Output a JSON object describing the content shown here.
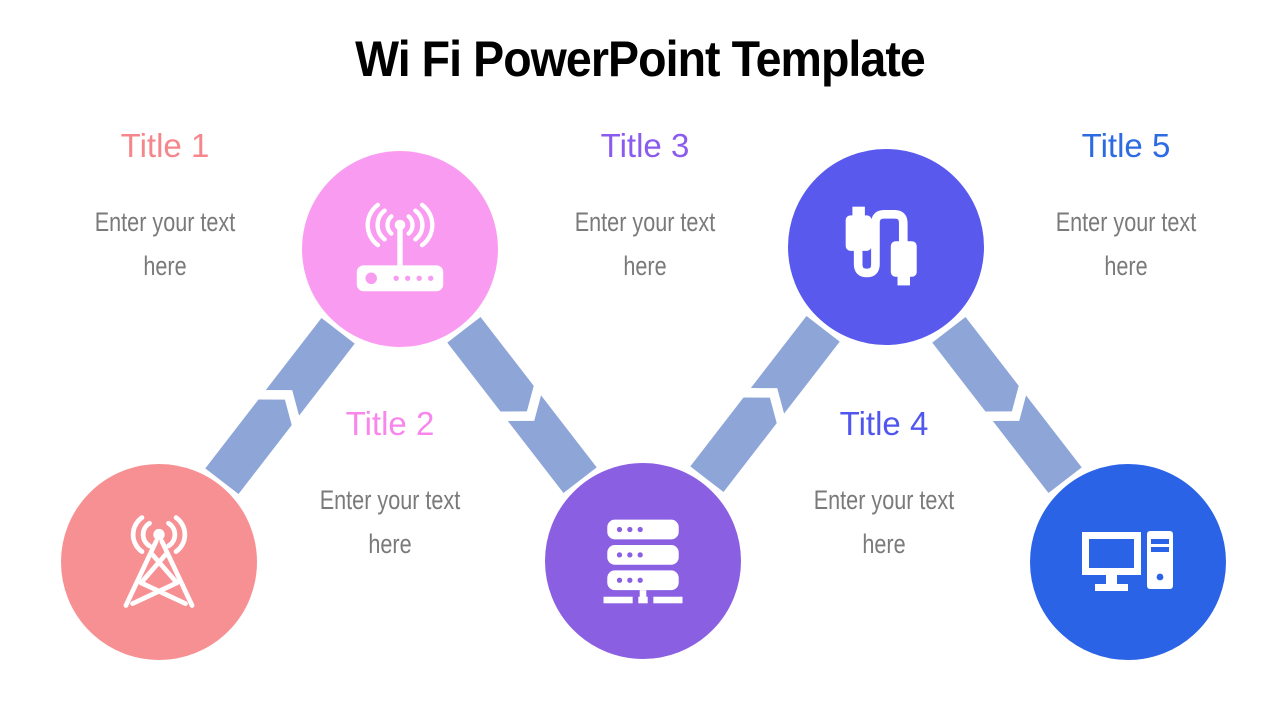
{
  "slide_title": "Wi Fi PowerPoint Template",
  "colors": {
    "connector": "#8EA5D8",
    "body_text": "#7A7A7A",
    "slide_title_text": "#000000"
  },
  "steps": [
    {
      "title": "Title 1",
      "body": "Enter your text here",
      "title_color": "#F5878C",
      "circle_color": "#F79092",
      "icon": "radio-tower-icon",
      "row": "bottom"
    },
    {
      "title": "Title 2",
      "body": "Enter your text here",
      "title_color": "#F886EC",
      "circle_color": "#F99CF1",
      "icon": "wifi-router-icon",
      "row": "top"
    },
    {
      "title": "Title 3",
      "body": "Enter your text here",
      "title_color": "#8A5BEE",
      "circle_color": "#8A5FE2",
      "icon": "server-rack-icon",
      "row": "bottom"
    },
    {
      "title": "Title 4",
      "body": "Enter your text here",
      "title_color": "#5056EE",
      "circle_color": "#5959EE",
      "icon": "usb-cable-icon",
      "row": "top"
    },
    {
      "title": "Title 5",
      "body": "Enter your text here",
      "title_color": "#2D6BE3",
      "circle_color": "#2A63E6",
      "icon": "desktop-computer-icon",
      "row": "bottom"
    }
  ]
}
